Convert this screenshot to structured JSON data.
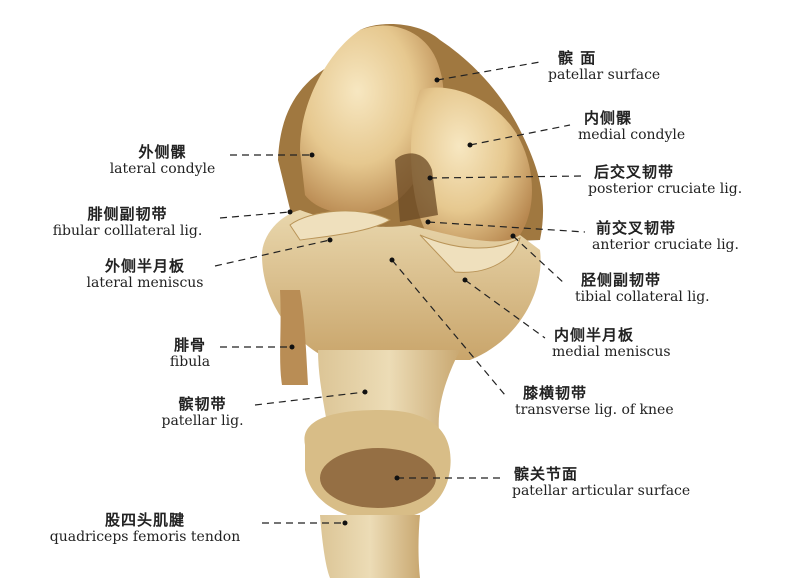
{
  "labels": {
    "patellar_surface": {
      "zh": "髌  面",
      "en": "patellar surface"
    },
    "medial_condyle": {
      "zh": "内侧髁",
      "en": "medial condyle"
    },
    "posterior_cruciate": {
      "zh": "后交叉韧带",
      "en": "posterior cruciate lig."
    },
    "anterior_cruciate": {
      "zh": "前交叉韧带",
      "en": "anterior cruciate lig."
    },
    "tibial_collateral": {
      "zh": "胫侧副韧带",
      "en": "tibial collateral lig."
    },
    "medial_meniscus": {
      "zh": "内侧半月板",
      "en": "medial meniscus"
    },
    "transverse_lig": {
      "zh": "膝横韧带",
      "en": "transverse lig. of knee"
    },
    "patellar_articular": {
      "zh": "髌关节面",
      "en": "patellar articular surface"
    },
    "lateral_condyle": {
      "zh": "外侧髁",
      "en": "lateral condyle"
    },
    "fibular_collateral": {
      "zh": "腓侧副韧带",
      "en": "fibular colllateral lig."
    },
    "lateral_meniscus": {
      "zh": "外侧半月板",
      "en": "lateral meniscus"
    },
    "fibula": {
      "zh": "腓骨",
      "en": "fibula"
    },
    "patellar_lig": {
      "zh": "髌韧带",
      "en": "patellar lig."
    },
    "quadriceps": {
      "zh": "股四头肌腱",
      "en": "quadriceps femoris tendon"
    }
  }
}
